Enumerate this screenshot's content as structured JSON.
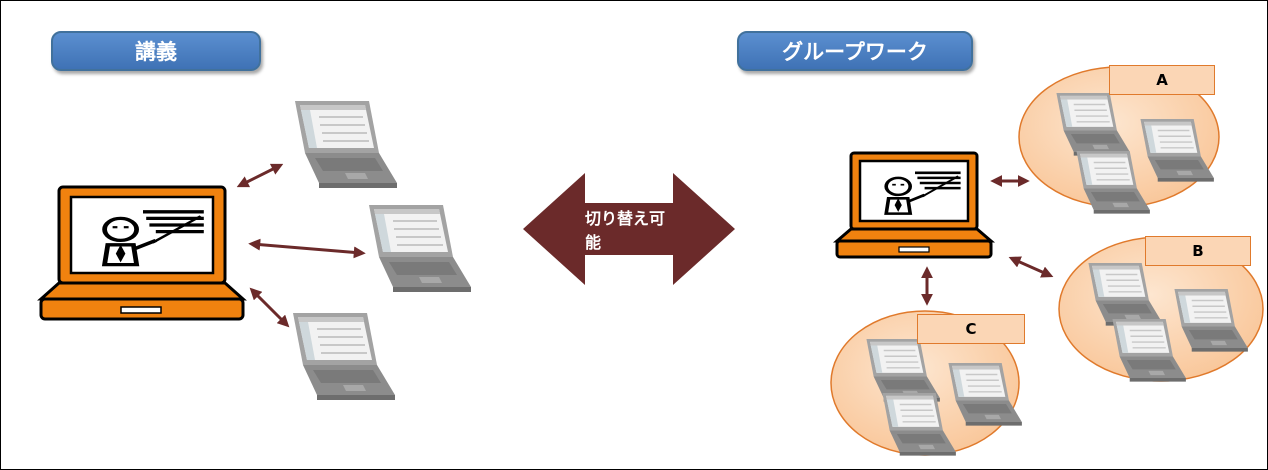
{
  "lecture": {
    "title": "講義"
  },
  "groupwork": {
    "title": "グループワーク"
  },
  "switch": {
    "label": "切り替え可能"
  },
  "groups": [
    {
      "label": "A"
    },
    {
      "label": "B"
    },
    {
      "label": "C"
    }
  ],
  "colors": {
    "header_blue": "#4a7fc1",
    "teacher_orange": "#f0820f",
    "group_fill": "#fcd5b4",
    "arrow": "#6b2a2a",
    "laptop_gray": "#9a9a9a"
  },
  "icons": [
    "teacher-laptop-icon",
    "student-laptop-icon",
    "double-arrow-icon"
  ]
}
